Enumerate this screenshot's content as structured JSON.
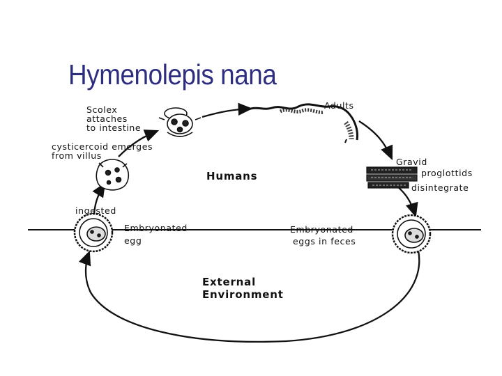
{
  "slide": {
    "title": "Hymenolepis nana"
  },
  "diagram": {
    "labels": {
      "scolex_line1": "Scolex",
      "scolex_line2": "attaches",
      "scolex_line3": "to intestine",
      "adults": "Adults",
      "cysticercoid_line1": "cysticercoid emerges",
      "cysticercoid_line2": "from villus",
      "humans": "Humans",
      "gravid": "Gravid",
      "proglottids": "proglottids",
      "disintegrate": "disintegrate",
      "ingested": "ingested",
      "embryonated_egg_line1": "Embryonated",
      "embryonated_egg_line2": "egg",
      "eggs_feces_line1": "Embryonated",
      "eggs_feces_line2": "eggs in feces",
      "external_line1": "External",
      "external_line2": "Environment"
    },
    "colors": {
      "title": "#2e2e80",
      "ink": "#111111"
    },
    "icons": [
      "scolex-icon",
      "adult-worm-icon",
      "cysticercoid-icon",
      "proglottids-icon",
      "egg-icon"
    ]
  }
}
